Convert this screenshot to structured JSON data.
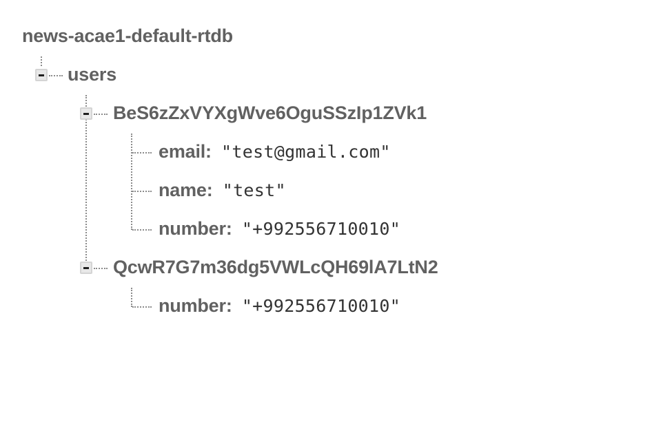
{
  "database": {
    "root": "news-acae1-default-rtdb",
    "users": {
      "label": "users",
      "children": [
        {
          "id": "BeS6zZxVYXgWve6OguSSzIp1ZVk1",
          "fields": [
            {
              "key": "email",
              "value": "\"test@gmail.com\""
            },
            {
              "key": "name",
              "value": "\"test\""
            },
            {
              "key": "number",
              "value": "\"+992556710010\""
            }
          ]
        },
        {
          "id": "QcwR7G7m36dg5VWLcQH69lA7LtN2",
          "fields": [
            {
              "key": "number",
              "value": "\"+992556710010\""
            }
          ]
        }
      ]
    }
  },
  "icons": {
    "toggle": "collapse-minus-icon"
  },
  "colors": {
    "key_text": "#616161",
    "value_text": "#333333",
    "connector": "#8a8a8a",
    "toggle_bg": "#e8e8e8"
  }
}
